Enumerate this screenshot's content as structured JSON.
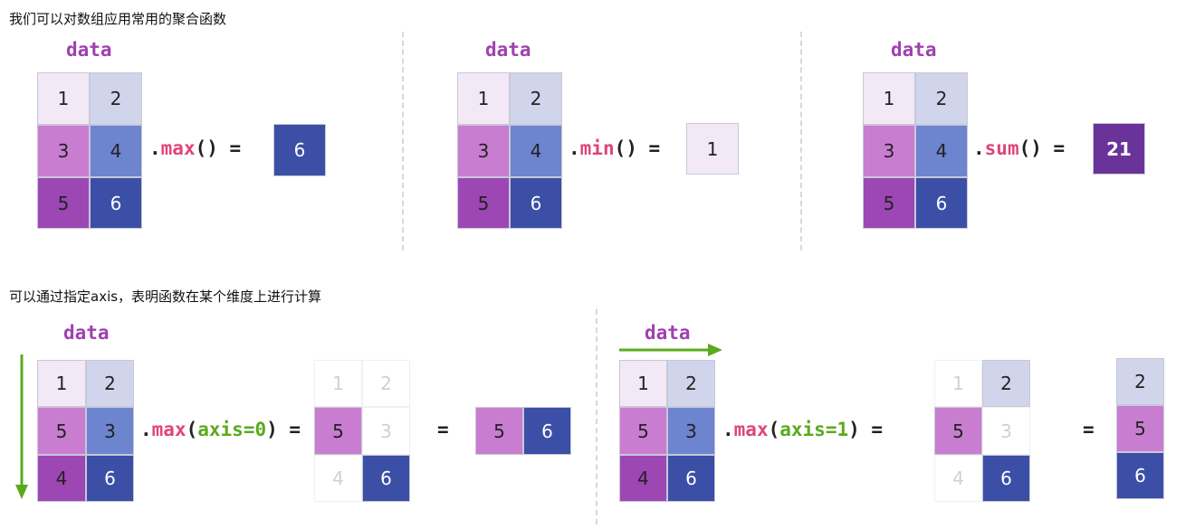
{
  "captions": {
    "top": "我们可以对数组应用常用的聚合函数",
    "bottom": "可以通过指定axis，表明函数在某个维度上进行计算"
  },
  "array_title": "data",
  "colors": {
    "v1": "#f3e8f6",
    "v2": "#d0d5ec",
    "v3": "#c97dd1",
    "v4": "#6d84cf",
    "v5": "#9d47b4",
    "v6": "#3b4fa6",
    "v21": "#6a3399",
    "title": "#a040b0",
    "function": "#e0457a",
    "axis": "#5aaa1e",
    "divider": "#d8d8d8"
  },
  "panel_max": {
    "cells": [
      "1",
      "2",
      "3",
      "4",
      "5",
      "6"
    ],
    "expr_dot": ".",
    "expr_fn": "max",
    "expr_tail": "() =",
    "result": "6"
  },
  "panel_min": {
    "cells": [
      "1",
      "2",
      "3",
      "4",
      "5",
      "6"
    ],
    "expr_dot": ".",
    "expr_fn": "min",
    "expr_tail": "() =",
    "result": "1"
  },
  "panel_sum": {
    "cells": [
      "1",
      "2",
      "3",
      "4",
      "5",
      "6"
    ],
    "expr_dot": ".",
    "expr_fn": "sum",
    "expr_tail": "() =",
    "result": "21"
  },
  "panel_axis0": {
    "cells": [
      "1",
      "2",
      "5",
      "3",
      "4",
      "6"
    ],
    "expr_dot": ".",
    "expr_fn": "max",
    "expr_open": "(",
    "expr_axis": "axis=0",
    "expr_close": ") =",
    "highlight": [
      "1",
      "2",
      "5",
      "3",
      "4",
      "6"
    ],
    "equals": "=",
    "result": [
      "5",
      "6"
    ]
  },
  "panel_axis1": {
    "cells": [
      "1",
      "2",
      "5",
      "3",
      "4",
      "6"
    ],
    "expr_dot": ".",
    "expr_fn": "max",
    "expr_open": "(",
    "expr_axis": "axis=1",
    "expr_close": ") =",
    "highlight": [
      "1",
      "2",
      "5",
      "3",
      "4",
      "6"
    ],
    "equals": "=",
    "result": [
      "2",
      "5",
      "6"
    ]
  }
}
